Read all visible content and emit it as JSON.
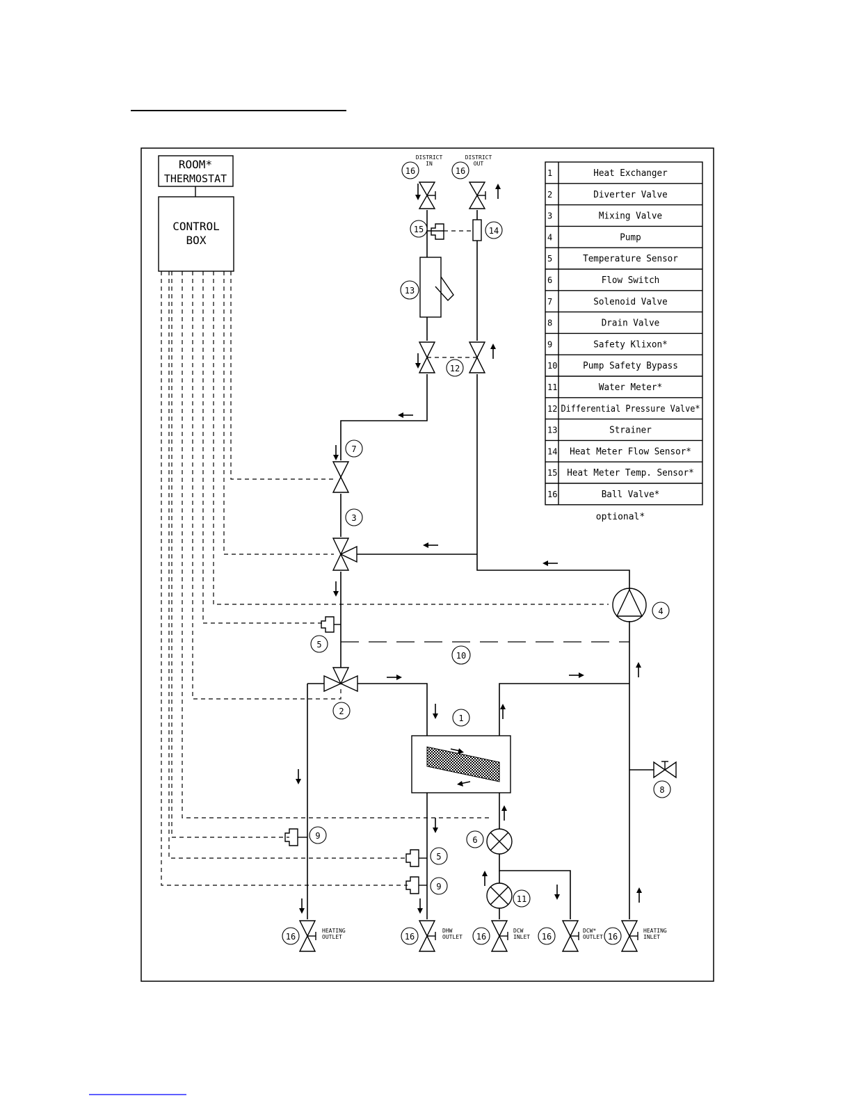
{
  "box_labels": {
    "room_thermostat_line1": "ROOM*",
    "room_thermostat_line2": "THERMOSTAT",
    "control_box_line1": "CONTROL",
    "control_box_line2": "BOX"
  },
  "legend": {
    "items": [
      {
        "num": "1",
        "label": "Heat Exchanger"
      },
      {
        "num": "2",
        "label": "Diverter Valve"
      },
      {
        "num": "3",
        "label": "Mixing Valve"
      },
      {
        "num": "4",
        "label": "Pump"
      },
      {
        "num": "5",
        "label": "Temperature Sensor"
      },
      {
        "num": "6",
        "label": "Flow Switch"
      },
      {
        "num": "7",
        "label": "Solenoid Valve"
      },
      {
        "num": "8",
        "label": "Drain Valve"
      },
      {
        "num": "9",
        "label": "Safety Klixon*"
      },
      {
        "num": "10",
        "label": "Pump Safety Bypass"
      },
      {
        "num": "11",
        "label": "Water Meter*"
      },
      {
        "num": "12",
        "label": "Differential Pressure Valve*"
      },
      {
        "num": "13",
        "label": "Strainer"
      },
      {
        "num": "14",
        "label": "Heat Meter Flow Sensor*"
      },
      {
        "num": "15",
        "label": "Heat Meter Temp. Sensor*"
      },
      {
        "num": "16",
        "label": "Ball Valve*"
      }
    ],
    "footnote": "optional*"
  },
  "port_labels": {
    "district_in": [
      "DISTRICT",
      "IN"
    ],
    "district_out": [
      "DISTRICT",
      "OUT"
    ],
    "heating_outlet": [
      "HEATING",
      "OUTLET"
    ],
    "dhw_outlet": [
      "DHW",
      "OUTLET"
    ],
    "dcw_inlet": [
      "DCW",
      "INLET"
    ],
    "dcw_outlet": [
      "DCW*",
      "OUTLET"
    ],
    "heating_inlet": [
      "HEATING",
      "INLET"
    ]
  },
  "callouts": {
    "c16": "16",
    "c15": "15",
    "c14": "14",
    "c13": "13",
    "c12": "12",
    "c7": "7",
    "c3": "3",
    "c4": "4",
    "c5": "5",
    "c10": "10",
    "c2": "2",
    "c1": "1",
    "c8": "8",
    "c6": "6",
    "c9": "9",
    "c11": "11"
  }
}
